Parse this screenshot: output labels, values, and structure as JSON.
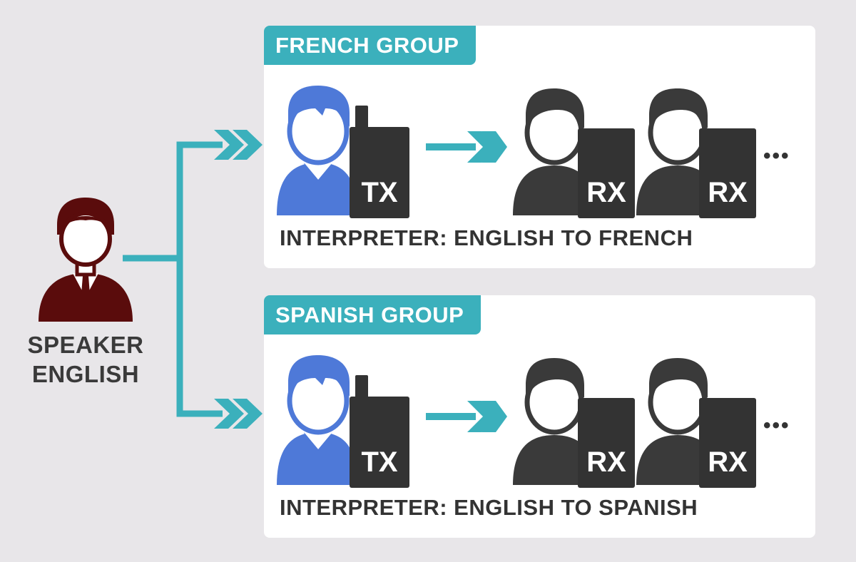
{
  "speaker": {
    "label_line1": "SPEAKER",
    "label_line2": "ENGLISH",
    "icon": "businessman-icon",
    "color": "#5a0c0c"
  },
  "groups": [
    {
      "title": "FRENCH GROUP",
      "interpreter_device": "TX",
      "receiver_devices": [
        "RX",
        "RX"
      ],
      "more": "•••",
      "interpreter_label": "INTERPRETER: ENGLISH TO FRENCH"
    },
    {
      "title": "SPANISH GROUP",
      "interpreter_device": "TX",
      "receiver_devices": [
        "RX",
        "RX"
      ],
      "more": "•••",
      "interpreter_label": "INTERPRETER: ENGLISH TO SPANISH"
    }
  ],
  "colors": {
    "accent": "#3bb0bc",
    "interpreter": "#4e79d8",
    "listener": "#3a3a3a",
    "device": "#333333",
    "speaker": "#5a0c0c",
    "panel": "#ffffff",
    "background": "#e8e6e9"
  }
}
